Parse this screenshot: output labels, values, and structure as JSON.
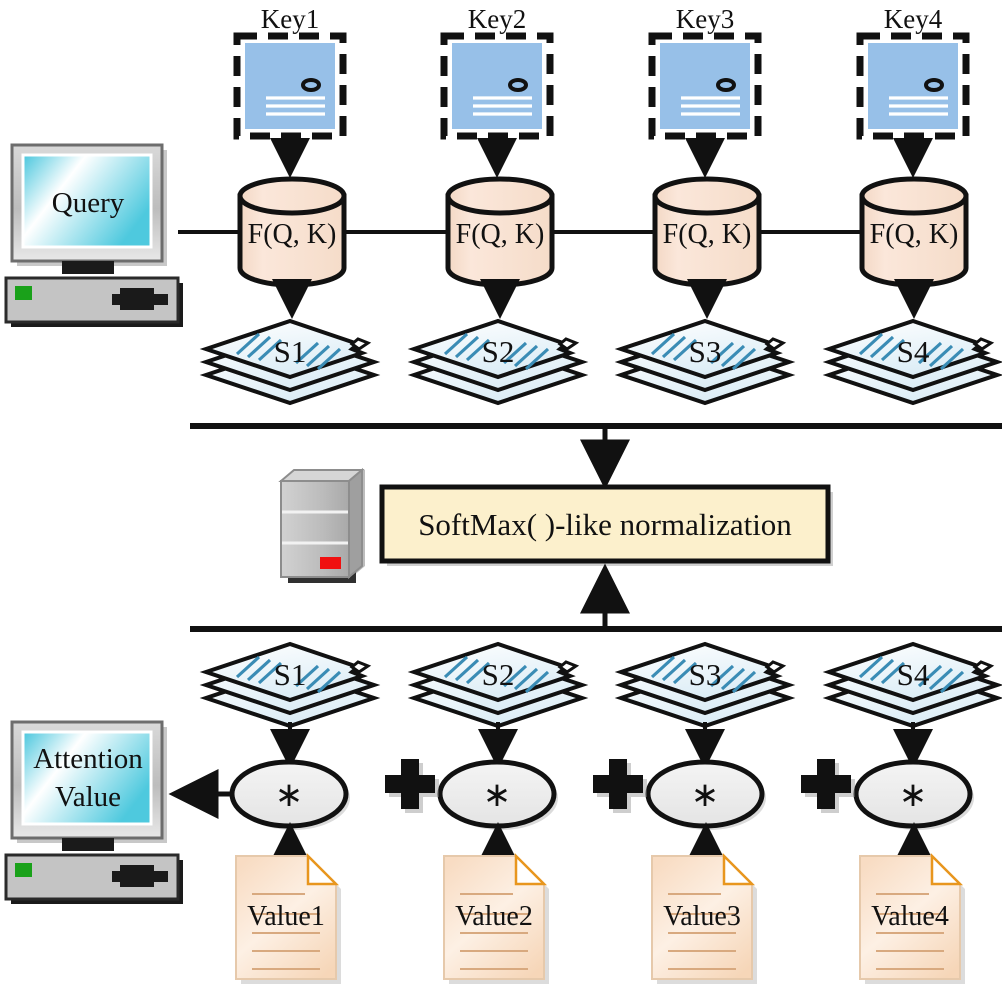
{
  "diagram": {
    "title": "Attention mechanism computation diagram",
    "colors": {
      "key_fill": "#97c0e8",
      "cylinder_fill": "#f7e0cf",
      "softmax_fill": "#fcf0cc",
      "sheet_fill": "#eef7fb",
      "sheet_line": "#3a8cb5",
      "value_fill": "#fadcc2",
      "value_fold": "#e8961e",
      "ellipse_fill": "#ededed",
      "screen_cyan": "#5fcde0",
      "case_gray": "#c4c4c4",
      "led_green": "#1aa11a",
      "led_red": "#f01010",
      "stroke": "#111111"
    },
    "query_monitor": {
      "label": "Query",
      "icon": "desktop-computer-icon"
    },
    "result_monitor": {
      "label_line1": "Attention",
      "label_line2": "Value",
      "icon": "desktop-computer-icon"
    },
    "server": {
      "icon": "server-tower-icon"
    },
    "keys": [
      {
        "title": "Key1",
        "icon": "key-document-icon"
      },
      {
        "title": "Key2",
        "icon": "key-document-icon"
      },
      {
        "title": "Key3",
        "icon": "key-document-icon"
      },
      {
        "title": "Key4",
        "icon": "key-document-icon"
      }
    ],
    "score_functions": [
      {
        "label": "F(Q, K)",
        "icon": "cylinder-icon"
      },
      {
        "label": "F(Q, K)",
        "icon": "cylinder-icon"
      },
      {
        "label": "F(Q, K)",
        "icon": "cylinder-icon"
      },
      {
        "label": "F(Q, K)",
        "icon": "cylinder-icon"
      }
    ],
    "scores_top": [
      {
        "label": "S1",
        "icon": "sheet-stack-icon"
      },
      {
        "label": "S2",
        "icon": "sheet-stack-icon"
      },
      {
        "label": "S3",
        "icon": "sheet-stack-icon"
      },
      {
        "label": "S4",
        "icon": "sheet-stack-icon"
      }
    ],
    "normalization": {
      "label": "SoftMax( )-like normalization"
    },
    "scores_bottom": [
      {
        "label": "S1",
        "icon": "sheet-stack-icon"
      },
      {
        "label": "S2",
        "icon": "sheet-stack-icon"
      },
      {
        "label": "S3",
        "icon": "sheet-stack-icon"
      },
      {
        "label": "S4",
        "icon": "sheet-stack-icon"
      }
    ],
    "multipliers": [
      {
        "symbol": "∗"
      },
      {
        "symbol": "∗"
      },
      {
        "symbol": "∗"
      },
      {
        "symbol": "∗"
      }
    ],
    "adders": [
      {
        "symbol": "+"
      },
      {
        "symbol": "+"
      },
      {
        "symbol": "+"
      }
    ],
    "values": [
      {
        "label": "Value1",
        "icon": "document-icon"
      },
      {
        "label": "Value2",
        "icon": "document-icon"
      },
      {
        "label": "Value3",
        "icon": "document-icon"
      },
      {
        "label": "Value4",
        "icon": "document-icon"
      }
    ]
  }
}
